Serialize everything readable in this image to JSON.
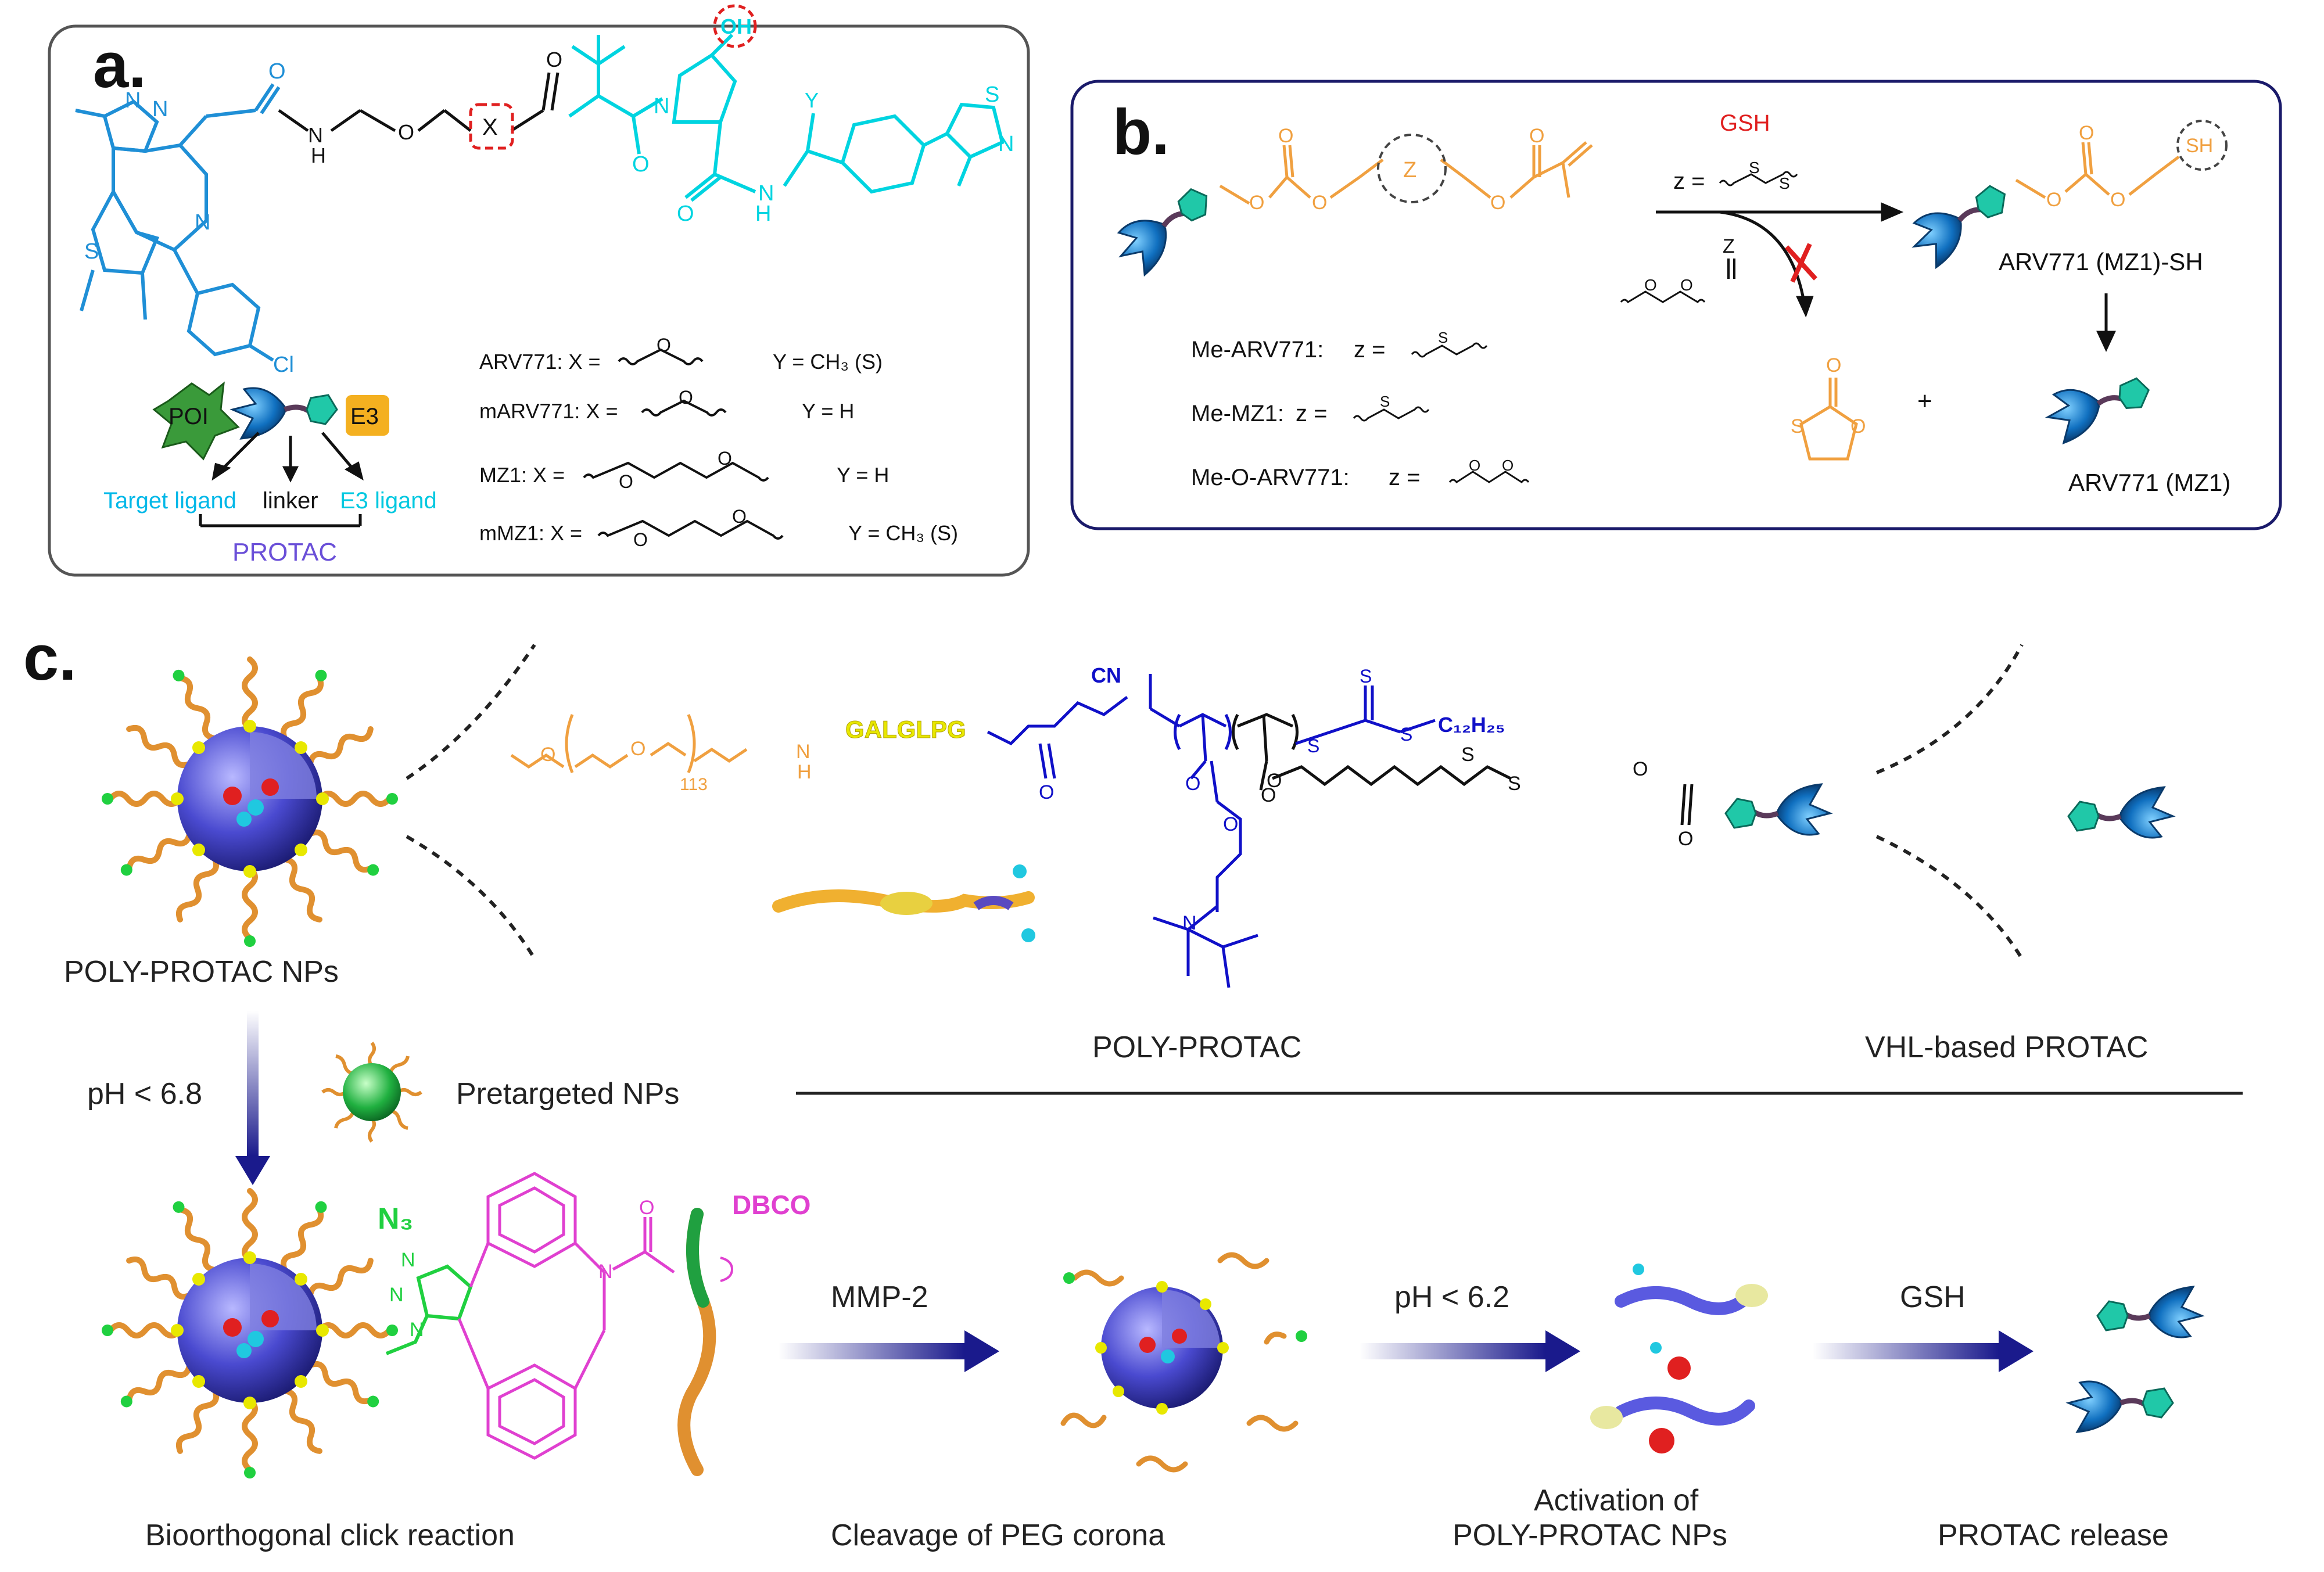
{
  "panel_a": {
    "label": "a.",
    "oh": "OH",
    "x": "X",
    "y": "Y",
    "n": "N",
    "o": "O",
    "s": "S",
    "h": "H",
    "cl": "Cl",
    "poi": "POI",
    "e3": "E3",
    "target_ligand": "Target ligand",
    "linker": "linker",
    "e3_ligand": "E3 ligand",
    "protac": "PROTAC",
    "variants": [
      {
        "name": "ARV771: X =",
        "y": "Y = CH₃ (S)"
      },
      {
        "name": "mARV771: X =",
        "y": "Y = H"
      },
      {
        "name": "MZ1: X =",
        "y": "Y = H"
      },
      {
        "name": "mMZ1: X =",
        "y": "Y = CH₃ (S)"
      }
    ]
  },
  "panel_b": {
    "label": "b.",
    "gsh": "GSH",
    "z_eq": "z =",
    "z": "Z",
    "sh": "SH",
    "product_sh": "ARV771 (MZ1)-SH",
    "product": "ARV771 (MZ1)",
    "plus": "+",
    "variants": [
      {
        "name": "Me-ARV771:",
        "z": "z ="
      },
      {
        "name": "Me-MZ1:",
        "z": "z ="
      },
      {
        "name": "Me-O-ARV771:",
        "z": "z ="
      }
    ]
  },
  "panel_c": {
    "label": "c.",
    "poly_protac_nps": "POLY-PROTAC NPs",
    "ph_68": "pH < 6.8",
    "pretargeted": "Pretargeted NPs",
    "poly_protac": "POLY-PROTAC",
    "vhl_protac": "VHL-based PROTAC",
    "peptide": "GALGLPG",
    "peg_n": "113",
    "cn": "CN",
    "c12h25": "C₁₂H₂₅",
    "n3": "N₃",
    "dbco": "DBCO",
    "mmp2": "MMP-2",
    "ph_62": "pH < 6.2",
    "gsh": "GSH",
    "step1": "Bioorthogonal click reaction",
    "step2": "Cleavage of PEG corona",
    "step3_a": "Activation of",
    "step3_b": "POLY-PROTAC NPs",
    "step4": "PROTAC release"
  },
  "colors": {
    "target_ligand": "#1f8fd6",
    "e3_ligand": "#00d4e0",
    "protac_label": "#6a4fd8",
    "orange": "#f0a040",
    "blue_polymer": "#1010c8",
    "magenta": "#e040d0",
    "green": "#20d040",
    "yellow": "#e8e800",
    "red": "#e02020",
    "navy_arrow": "#1a1a8c"
  }
}
